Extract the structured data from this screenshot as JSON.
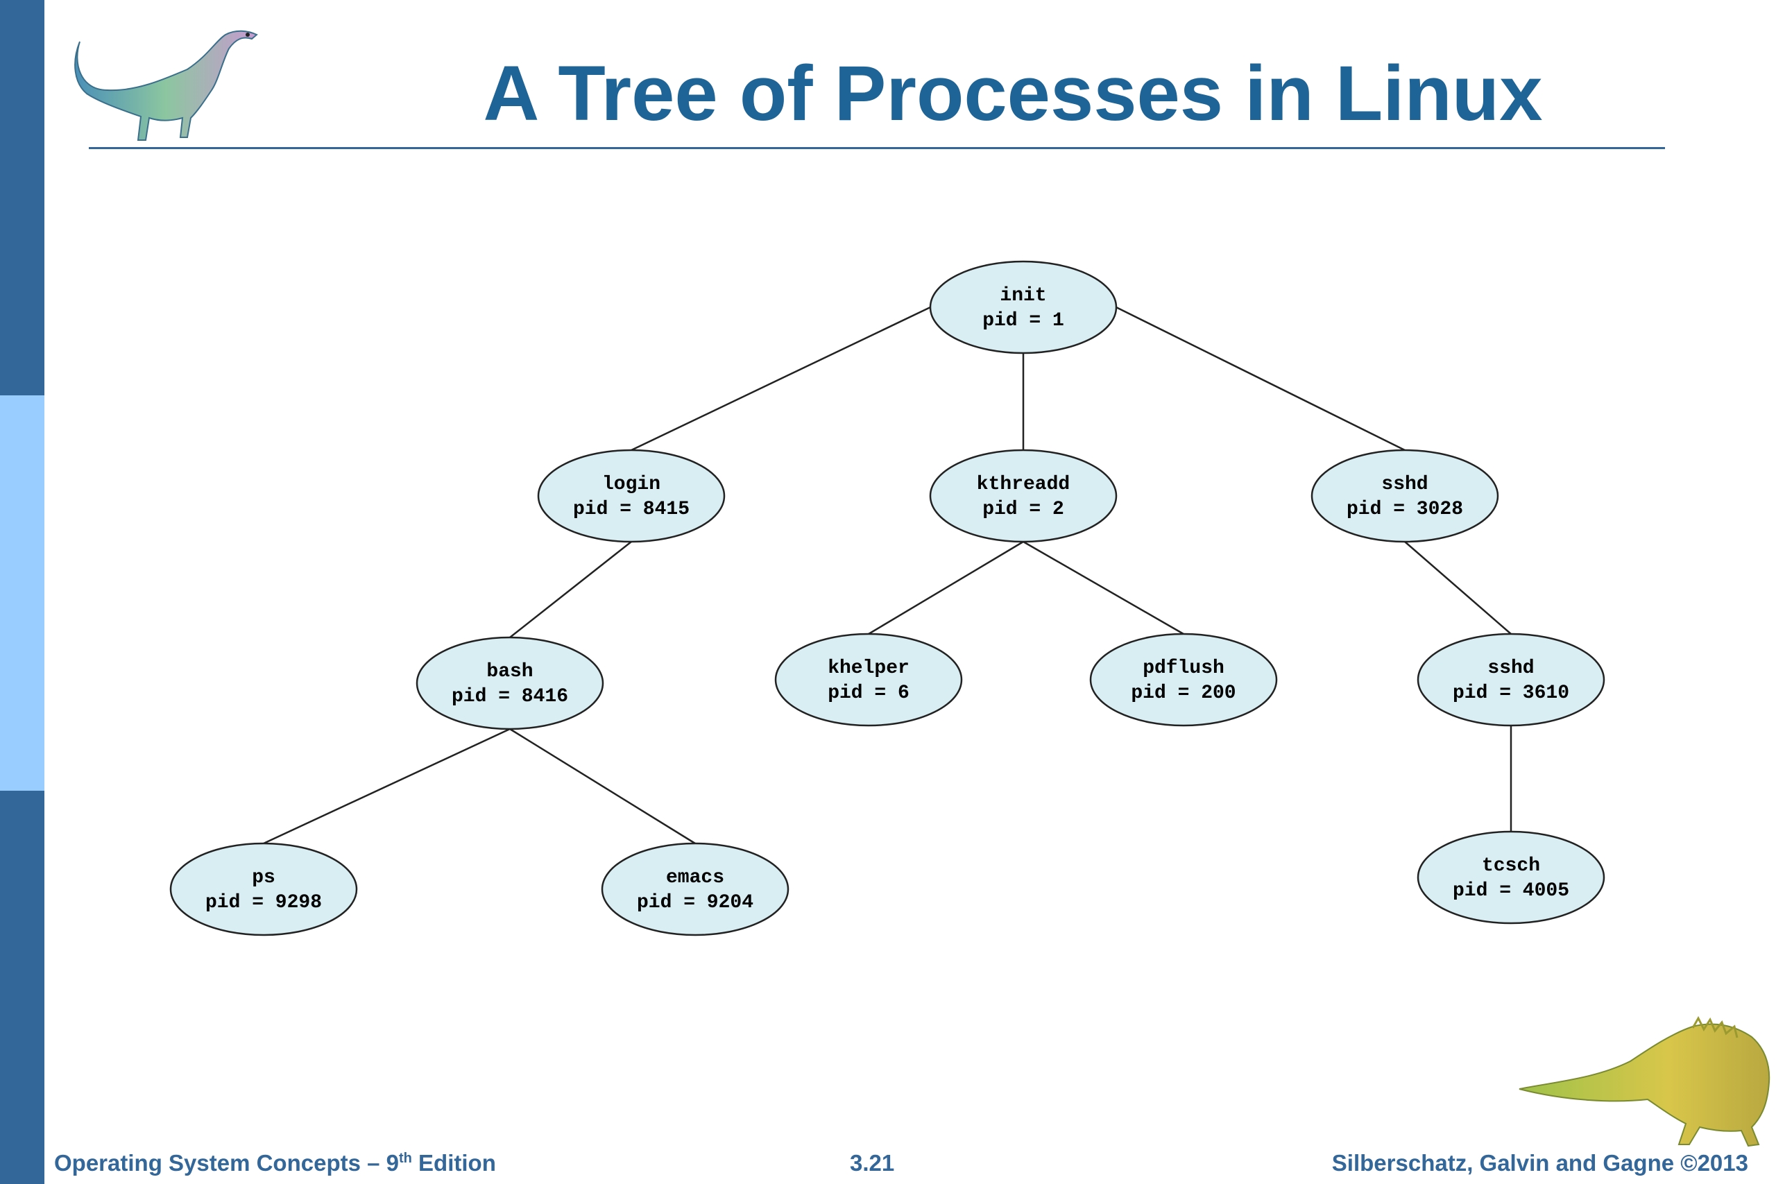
{
  "title": "A Tree of Processes in Linux",
  "colors": {
    "accent": "#1f6496",
    "sidebar_dark": "#336699",
    "sidebar_light": "#99ccff",
    "node_fill": "#d9eef3"
  },
  "nodes": [
    {
      "id": "init",
      "name": "init",
      "pid": "pid = 1"
    },
    {
      "id": "login",
      "name": "login",
      "pid": "pid = 8415"
    },
    {
      "id": "kthreadd",
      "name": "kthreadd",
      "pid": "pid = 2"
    },
    {
      "id": "sshd1",
      "name": "sshd",
      "pid": "pid = 3028"
    },
    {
      "id": "bash",
      "name": "bash",
      "pid": "pid = 8416"
    },
    {
      "id": "khelper",
      "name": "khelper",
      "pid": "pid = 6"
    },
    {
      "id": "pdflush",
      "name": "pdflush",
      "pid": "pid = 200"
    },
    {
      "id": "sshd2",
      "name": "sshd",
      "pid": "pid = 3610"
    },
    {
      "id": "ps",
      "name": "ps",
      "pid": "pid = 9298"
    },
    {
      "id": "emacs",
      "name": "emacs",
      "pid": "pid = 9204"
    },
    {
      "id": "tcsch",
      "name": "tcsch",
      "pid": "pid = 4005"
    }
  ],
  "edges": [
    [
      "init",
      "login"
    ],
    [
      "init",
      "kthreadd"
    ],
    [
      "init",
      "sshd1"
    ],
    [
      "login",
      "bash"
    ],
    [
      "kthreadd",
      "khelper"
    ],
    [
      "kthreadd",
      "pdflush"
    ],
    [
      "sshd1",
      "sshd2"
    ],
    [
      "bash",
      "ps"
    ],
    [
      "bash",
      "emacs"
    ],
    [
      "sshd2",
      "tcsch"
    ]
  ],
  "footer": {
    "left_main": "Operating System Concepts – 9",
    "left_sup": "th",
    "left_tail": " Edition",
    "center": "3.21",
    "right": "Silberschatz, Galvin and Gagne ©2013"
  }
}
